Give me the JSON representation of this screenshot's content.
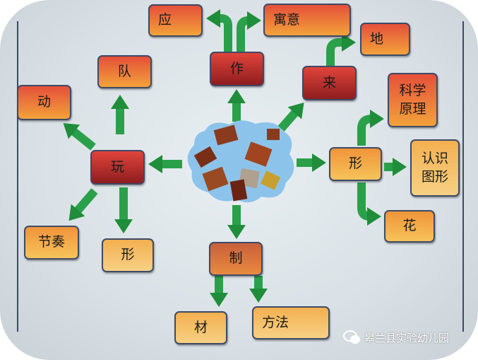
{
  "center": {
    "icon": "drum-collage-cloud-icon"
  },
  "nodes": {
    "wan": "玩",
    "zuo": "作",
    "lai": "来",
    "xing_right": "形",
    "zhi": "制",
    "dong": "动",
    "dui": "队",
    "jiezou": "节奏",
    "xing_left": "形",
    "ying": "应",
    "yuyi": "寓意",
    "di": "地",
    "kexue": "科学",
    "yuanli": "原理",
    "renshi": "认识",
    "tuxing": "图形",
    "hua": "花",
    "cai": "材",
    "fangfa": "方法"
  },
  "watermark": {
    "icon": "wechat-icon",
    "text": "皋兰县实验幼儿园"
  },
  "colors": {
    "arrow": "#22983f",
    "node_dark": "#8e1d1f",
    "node_light": "#f6c35a"
  }
}
